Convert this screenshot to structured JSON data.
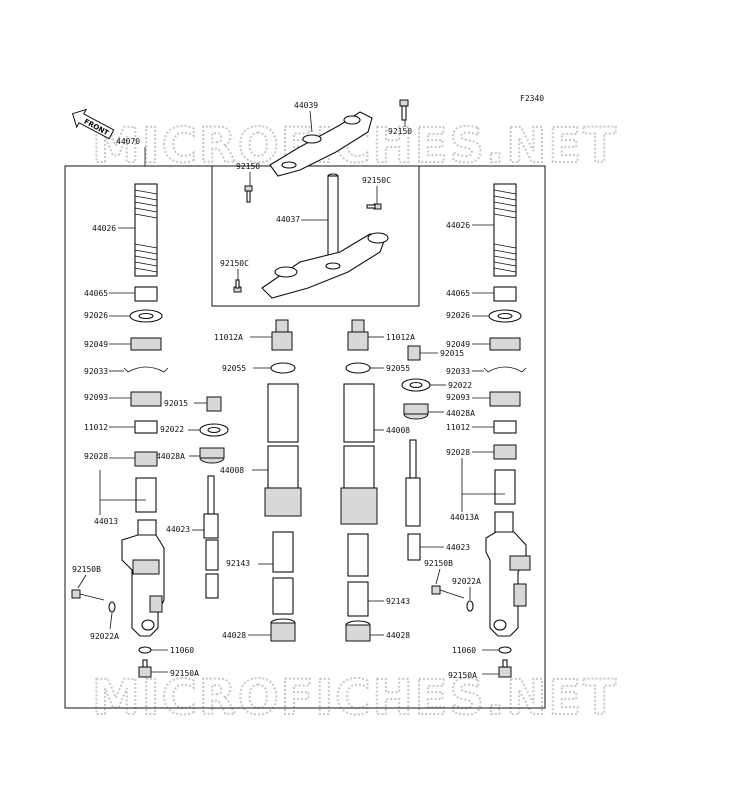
{
  "figure_code": "F2340",
  "watermark": "MICROFICHES.NET",
  "front_label": "FRONT",
  "labels": {
    "p44039": "44039",
    "p92150_top": "92150",
    "p44070": "44070",
    "p92150_mid": "92150",
    "p92150C_a": "92150C",
    "p44037": "44037",
    "p92150C_b": "92150C",
    "L44026": "44026",
    "L44065": "44065",
    "L92026": "92026",
    "L92049": "92049",
    "L92033": "92033",
    "L92093": "92093",
    "L11012": "11012",
    "L92028": "92028",
    "L44013": "44013",
    "L92150B": "92150B",
    "L92022A": "92022A",
    "L11060": "11060",
    "L92150A": "92150A",
    "L92015": "92015",
    "L92022": "92022",
    "L44028A": "44028A",
    "L44023": "44023",
    "L11012A": "11012A",
    "L92055": "92055",
    "L44008": "44008",
    "L92143": "92143",
    "L44028": "44028",
    "R11012A": "11012A",
    "R92015": "92015",
    "R92055": "92055",
    "R92022": "92022",
    "R44028A": "44028A",
    "R44008": "44008",
    "R92143": "92143",
    "R44028": "44028",
    "R44023": "44023",
    "R92150B": "92150B",
    "R92022A": "92022A",
    "R44026": "44026",
    "R44065": "44065",
    "R92026": "92026",
    "R92049": "92049",
    "R92033": "92033",
    "R92093": "92093",
    "R11012": "11012",
    "R92028": "92028",
    "R44013A": "44013A",
    "R11060": "11060",
    "R92150A": "92150A"
  }
}
